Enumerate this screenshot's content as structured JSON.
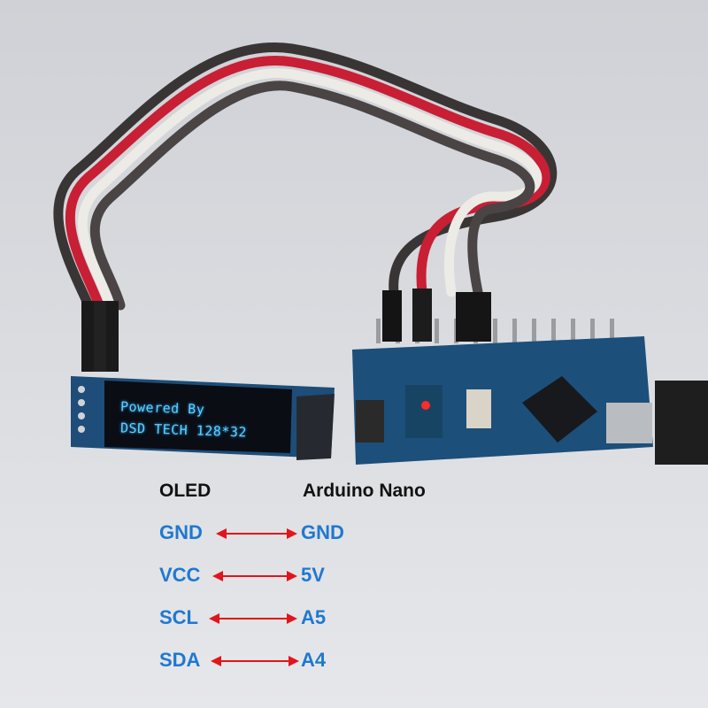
{
  "oled_screen": {
    "line1": "Powered By",
    "line2": "DSD TECH 128*32"
  },
  "diagram": {
    "left_header": "OLED",
    "right_header": "Arduino Nano",
    "rows": [
      {
        "left": "GND",
        "right": "GND"
      },
      {
        "left": "VCC",
        "right": "5V"
      },
      {
        "left": "SCL",
        "right": "A5"
      },
      {
        "left": "SDA",
        "right": "A4"
      }
    ]
  },
  "colors": {
    "pin_text": "#1f78d1",
    "arrow": "#e0161c",
    "board": "#1c4f7a",
    "oled_text": "#5fd0ff",
    "wire_red": "#c81f35",
    "wire_white": "#ecebe6",
    "wire_black": "#3a3535"
  }
}
